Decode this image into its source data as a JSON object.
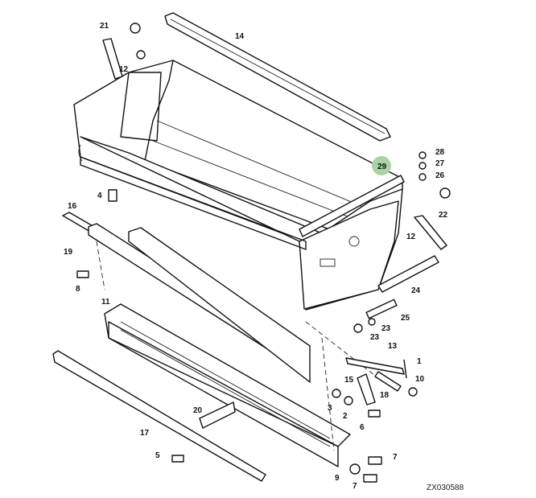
{
  "diagram": {
    "highlight_color": "#a9d3a4",
    "highlighted_callout": "29",
    "drawing_code": "ZX030588",
    "callouts": [
      "21",
      "12",
      "14",
      "29",
      "28",
      "27",
      "26",
      "22",
      "12",
      "4",
      "16",
      "19",
      "8",
      "24",
      "25",
      "23",
      "23",
      "11",
      "13",
      "1",
      "15",
      "10",
      "18",
      "3",
      "2",
      "6",
      "20",
      "17",
      "5",
      "7",
      "9",
      "7"
    ]
  }
}
